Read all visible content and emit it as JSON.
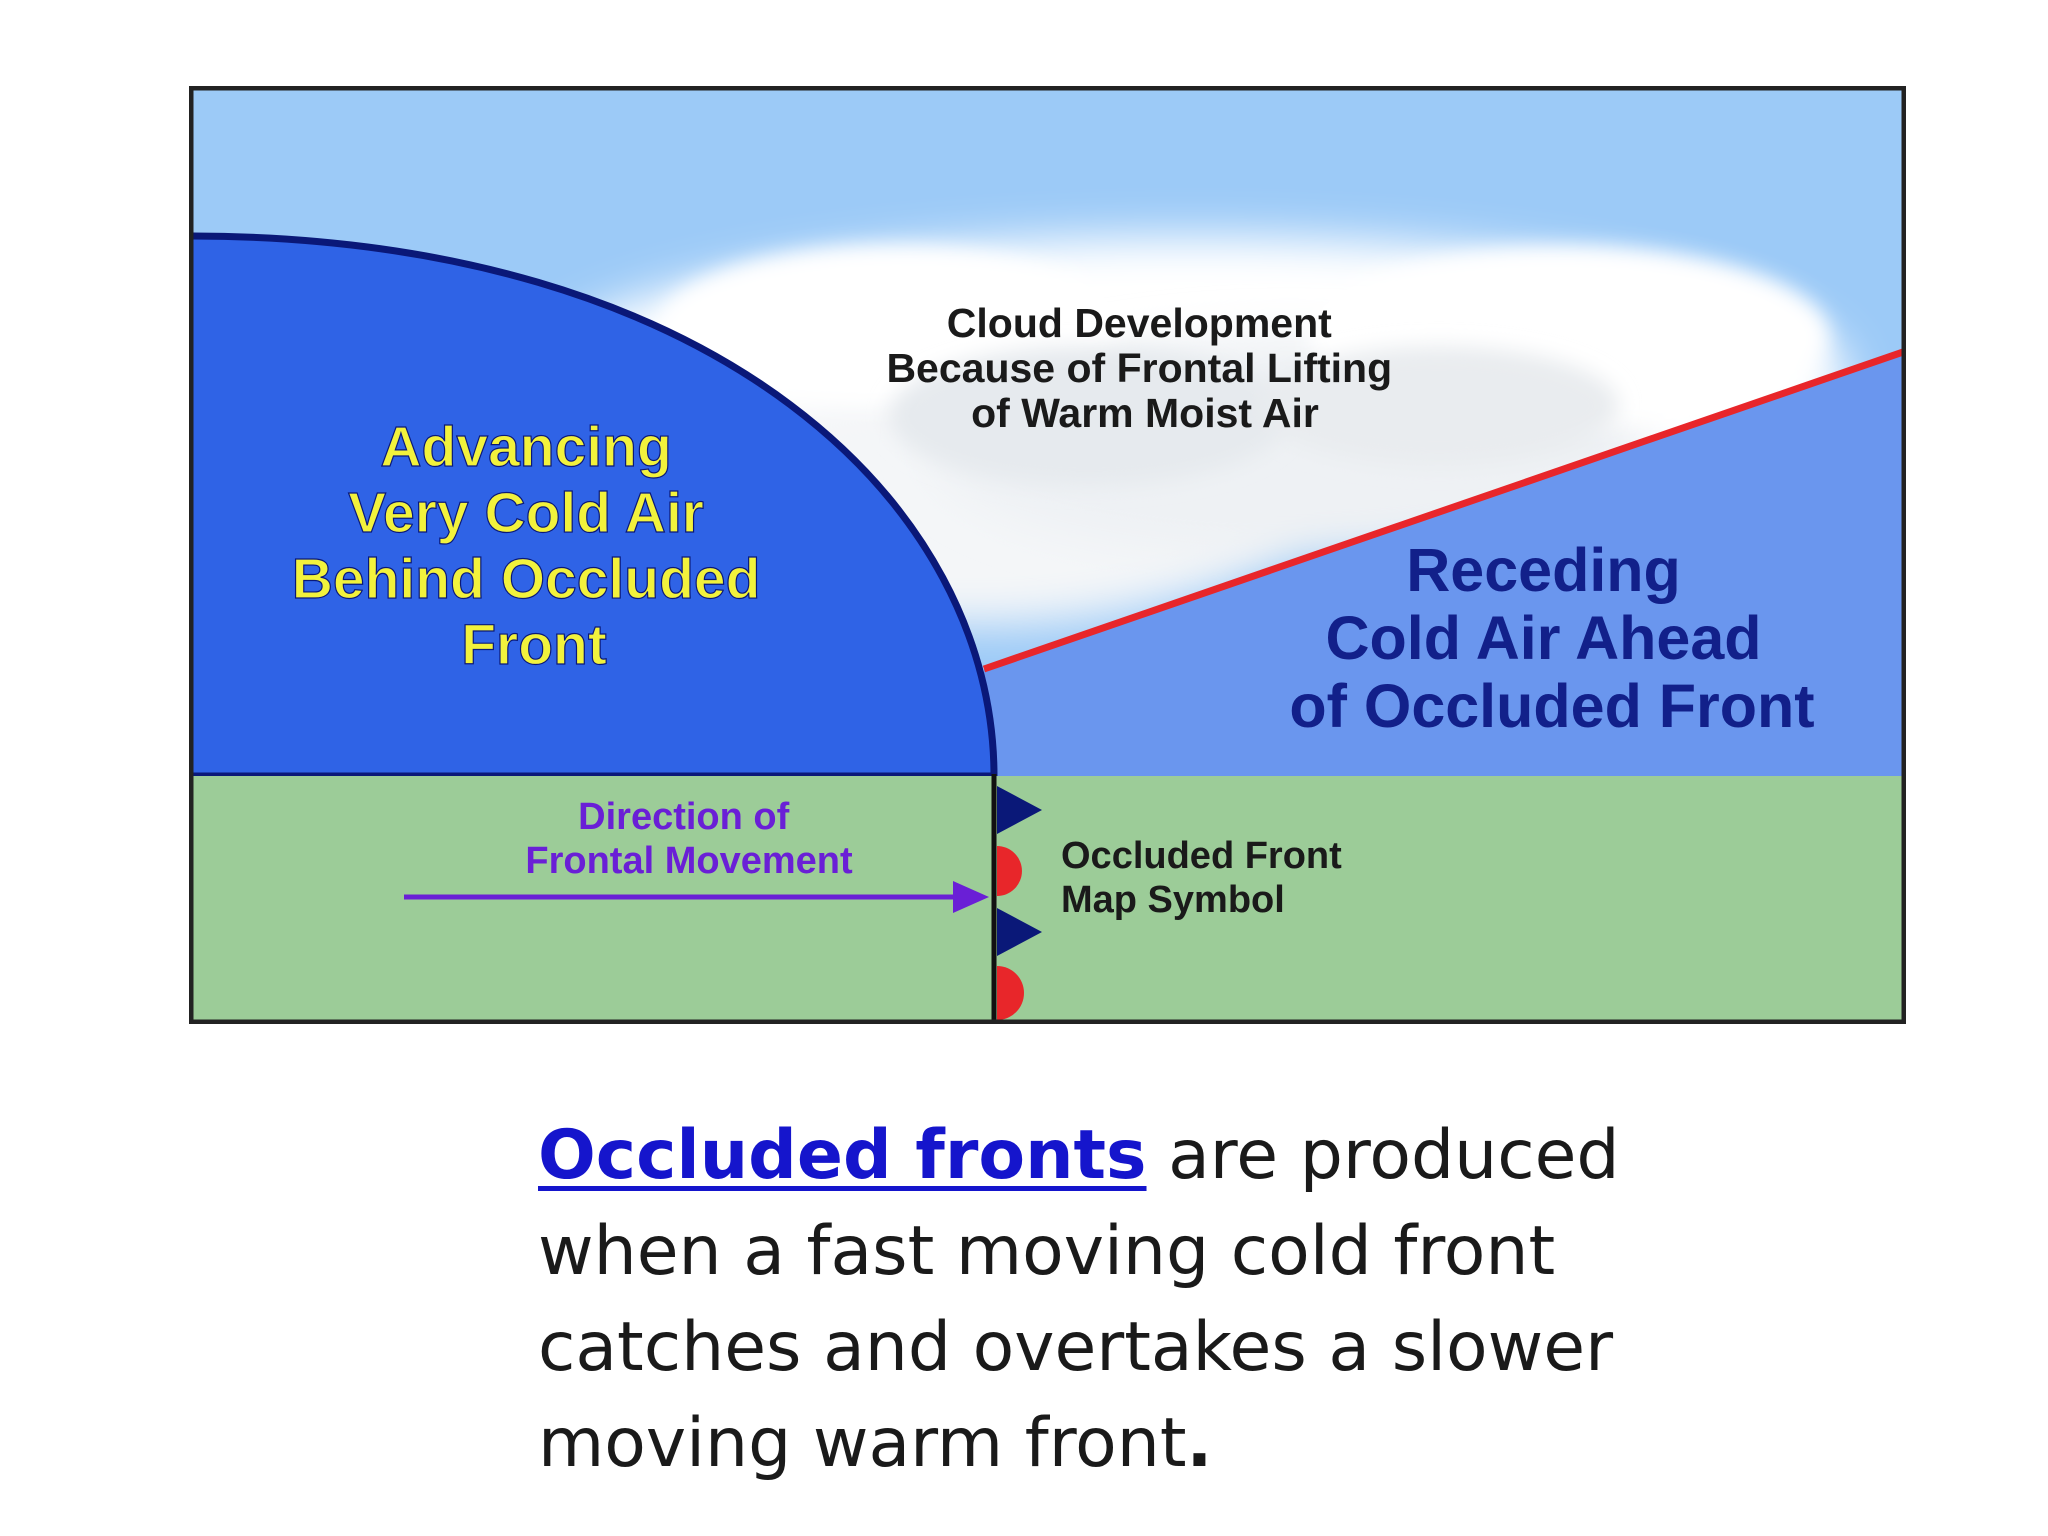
{
  "diagram": {
    "cloud_label": [
      "Cloud Development",
      "Because of Frontal Lifting",
      "of  Warm Moist Air"
    ],
    "cold_air_label": [
      "Advancing",
      "Very Cold Air",
      "Behind Occluded",
      "Front"
    ],
    "receding_label": [
      "Receding",
      "Cold Air Ahead",
      "of Occluded Front"
    ],
    "direction_label": [
      "Direction of",
      "Frontal Movement"
    ],
    "symbol_label": [
      "Occluded Front",
      "Map Symbol"
    ],
    "colors": {
      "sky": "#9ccaf7",
      "advancing_cold_air": "#2f63e6",
      "receding_cold_air": "#6a96ee",
      "ground": "#9ccc98",
      "warm_front_line": "#e8262a",
      "cold_front_line": "#0a1878",
      "cold_label_text": "#f2f23c",
      "receding_label_text": "#12208a",
      "direction_text": "#6a1fd6",
      "link": "#1515cc"
    }
  },
  "caption": {
    "link_text": "Occluded fronts",
    "line1_rest": " are produced",
    "line2": "when a fast moving cold front",
    "line3": "catches and overtakes a slower",
    "line4": "moving warm front",
    "period": "."
  }
}
